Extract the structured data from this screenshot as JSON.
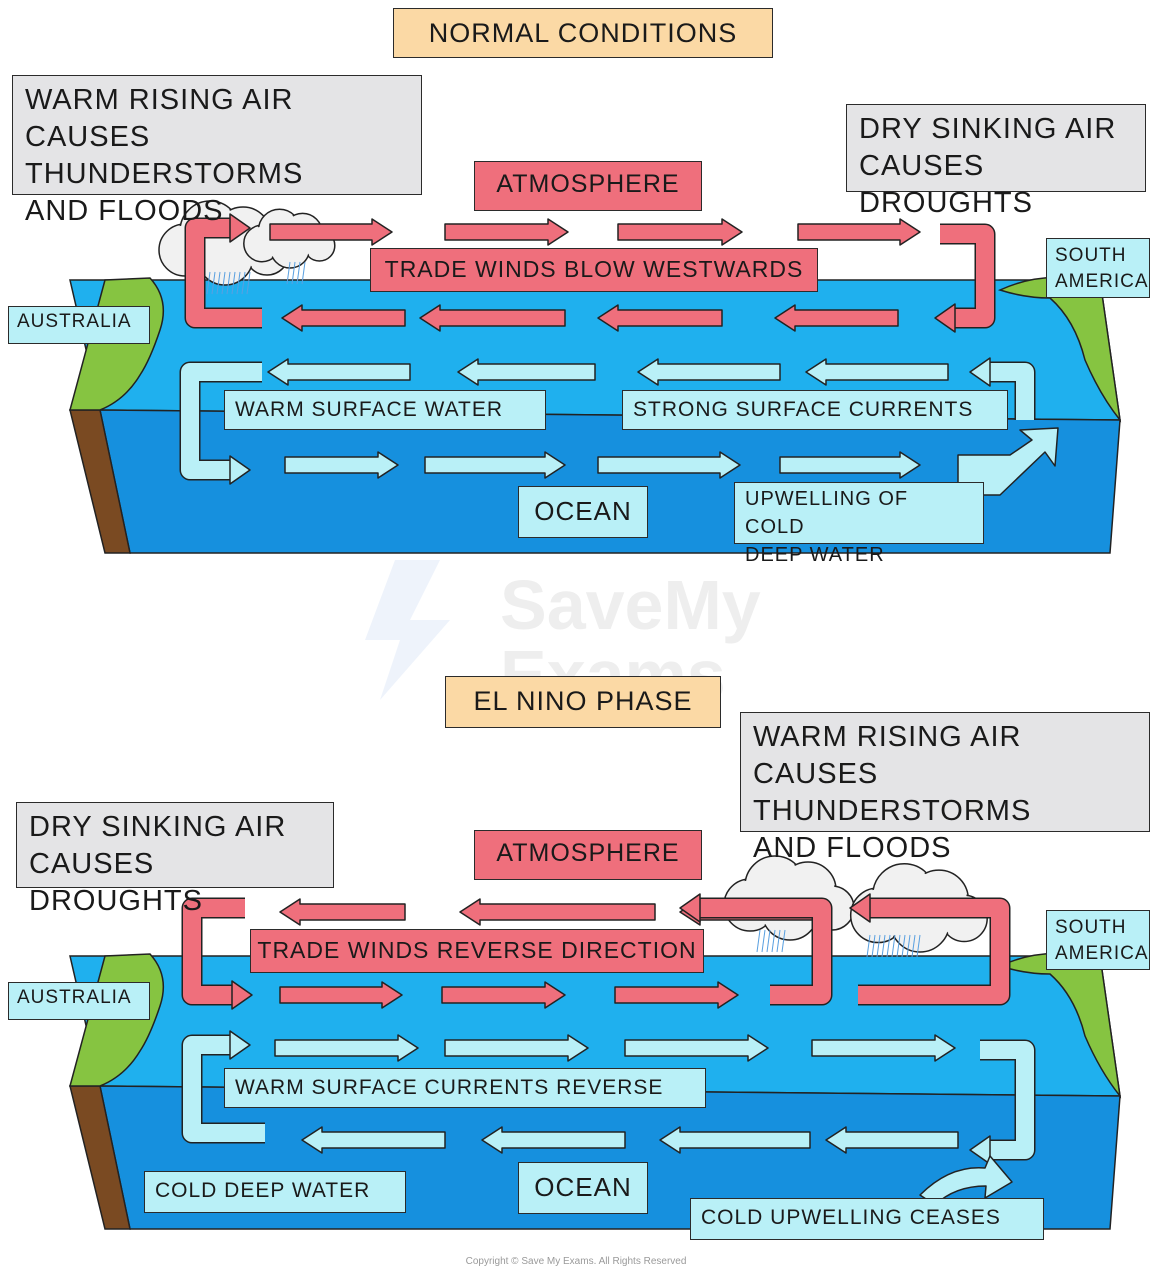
{
  "top": {
    "title": "NORMAL CONDITIONS",
    "rising_air_note": "WARM RISING AIR\nCAUSES THUNDERSTORMS\nAND FLOODS",
    "sinking_air_note": "DRY SINKING AIR\nCAUSES DROUGHTS",
    "atmosphere": "ATMOSPHERE",
    "trade_winds": "TRADE WINDS BLOW WESTWARDS",
    "australia": "AUSTRALIA",
    "south_america": "SOUTH\nAMERICA",
    "warm_surface_water": "WARM SURFACE WATER",
    "strong_currents": "STRONG SURFACE CURRENTS",
    "ocean": "OCEAN",
    "upwelling": "UPWELLING OF COLD\nDEEP WATER"
  },
  "bottom": {
    "title": "EL NINO PHASE",
    "rising_air_note": "WARM RISING AIR\nCAUSES THUNDERSTORMS\nAND FLOODS",
    "sinking_air_note": "DRY SINKING AIR\nCAUSES DROUGHTS",
    "atmosphere": "ATMOSPHERE",
    "trade_winds": "TRADE WINDS REVERSE DIRECTION",
    "australia": "AUSTRALIA",
    "south_america": "SOUTH\nAMERICA",
    "currents_reverse": "WARM SURFACE CURRENTS REVERSE",
    "cold_deep_water": "COLD DEEP WATER",
    "ocean": "OCEAN",
    "upwelling_ceases": "COLD UPWELLING CEASES"
  },
  "watermark": "SaveMy\nExams",
  "copyright": "Copyright © Save My Exams. All Rights Reserved",
  "colors": {
    "ocean_top": "#1fb0ee",
    "ocean_front": "#1690de",
    "land": "#86c441",
    "soil": "#7a4a22",
    "air_arrow": "#ef6f7c",
    "water_arrow": "#b9f0f7",
    "title_bg": "#fbd9a5",
    "note_bg": "#e4e4e6"
  }
}
